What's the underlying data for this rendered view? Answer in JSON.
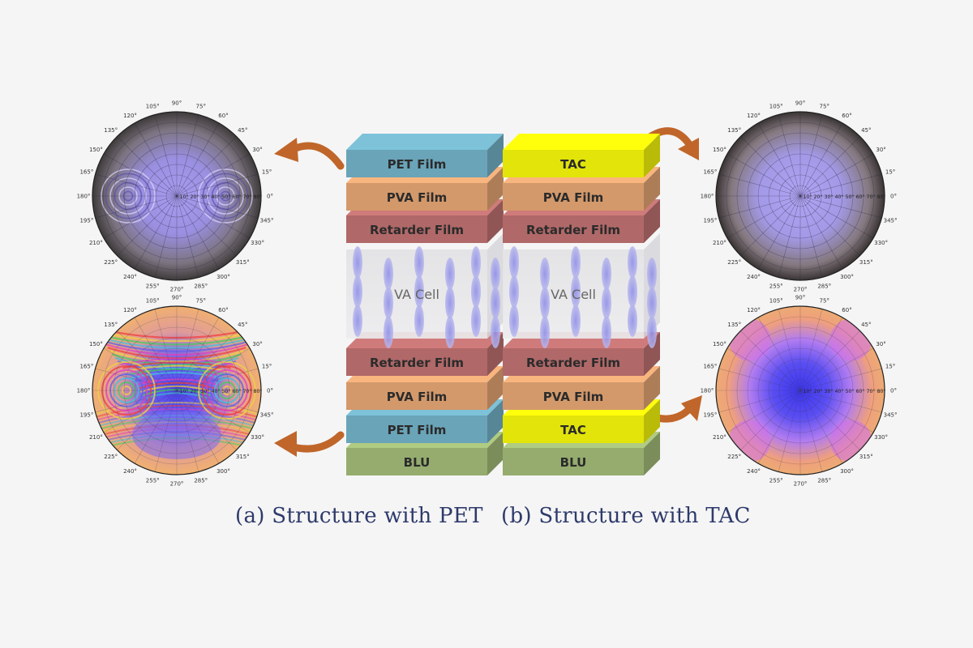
{
  "stacks": {
    "pet": {
      "caption": "(a) Structure with PET",
      "layers": [
        {
          "label": "PET Film",
          "color": "#6aa4b8"
        },
        {
          "label": "PVA Film",
          "color": "#d3996b"
        },
        {
          "label": "Retarder Film",
          "color": "#b06868"
        },
        {
          "label": "VA Cell",
          "color": "#e6e6e8"
        },
        {
          "label": "Retarder Film",
          "color": "#b06868"
        },
        {
          "label": "PVA Film",
          "color": "#d3996b"
        },
        {
          "label": "PET Film",
          "color": "#6aa4b8"
        },
        {
          "label": "BLU",
          "color": "#95ac6e"
        }
      ]
    },
    "tac": {
      "caption": "(b) Structure with TAC",
      "layers": [
        {
          "label": "TAC",
          "color": "#e2e40a"
        },
        {
          "label": "PVA Film",
          "color": "#d3996b"
        },
        {
          "label": "Retarder Film",
          "color": "#b06868"
        },
        {
          "label": "VA Cell",
          "color": "#e6e6e8"
        },
        {
          "label": "Retarder Film",
          "color": "#b06868"
        },
        {
          "label": "PVA Film",
          "color": "#d3996b"
        },
        {
          "label": "TAC",
          "color": "#e2e40a"
        },
        {
          "label": "BLU",
          "color": "#95ac6e"
        }
      ]
    }
  },
  "polar_plots": {
    "angle_labels": [
      "90°",
      "75°",
      "60°",
      "45°",
      "30°",
      "15°",
      "0°",
      "345°",
      "330°",
      "315°",
      "300°",
      "285°",
      "270°",
      "255°",
      "240°",
      "225°",
      "210°",
      "195°",
      "180°",
      "165°",
      "150°",
      "135°",
      "120°",
      "105°"
    ],
    "radial_labels": [
      "10°",
      "20°",
      "30°",
      "40°",
      "50°",
      "60°",
      "70°",
      "80°"
    ],
    "plots": [
      {
        "id": "pet-dark",
        "style": "dark",
        "fringes": true
      },
      {
        "id": "pet-color",
        "style": "color",
        "fringes": true
      },
      {
        "id": "tac-dark",
        "style": "dark",
        "fringes": false
      },
      {
        "id": "tac-color",
        "style": "color",
        "fringes": false
      }
    ]
  },
  "colors": {
    "arrow": "#c0662a",
    "caption": "#2e3a6b",
    "background": "#f5f5f5"
  }
}
